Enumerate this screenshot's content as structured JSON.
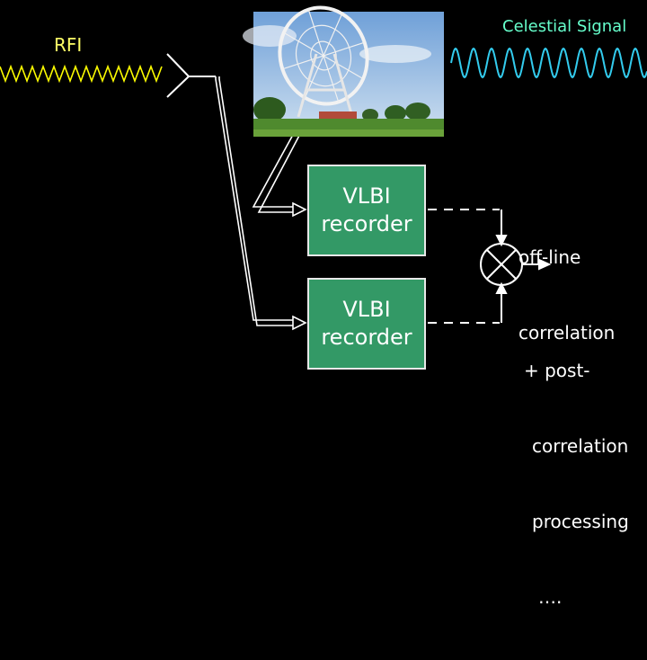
{
  "labels": {
    "rfi": "RFI",
    "celestial_signal": "Celestial Signal"
  },
  "recorders": [
    {
      "line1": "VLBI",
      "line2": "recorder"
    },
    {
      "line1": "VLBI",
      "line2": "recorder"
    }
  ],
  "notes": {
    "offline_line1": "off-line",
    "offline_line2": "correlation",
    "post_line1": "+ post-",
    "post_line2": "correlation",
    "post_line3": "processing",
    "post_line4": "…."
  },
  "colors": {
    "background": "#000000",
    "rfi_wave": "#ffff00",
    "celestial_wave": "#33ccee",
    "recorder_fill": "#339966",
    "line": "#ffffff"
  }
}
